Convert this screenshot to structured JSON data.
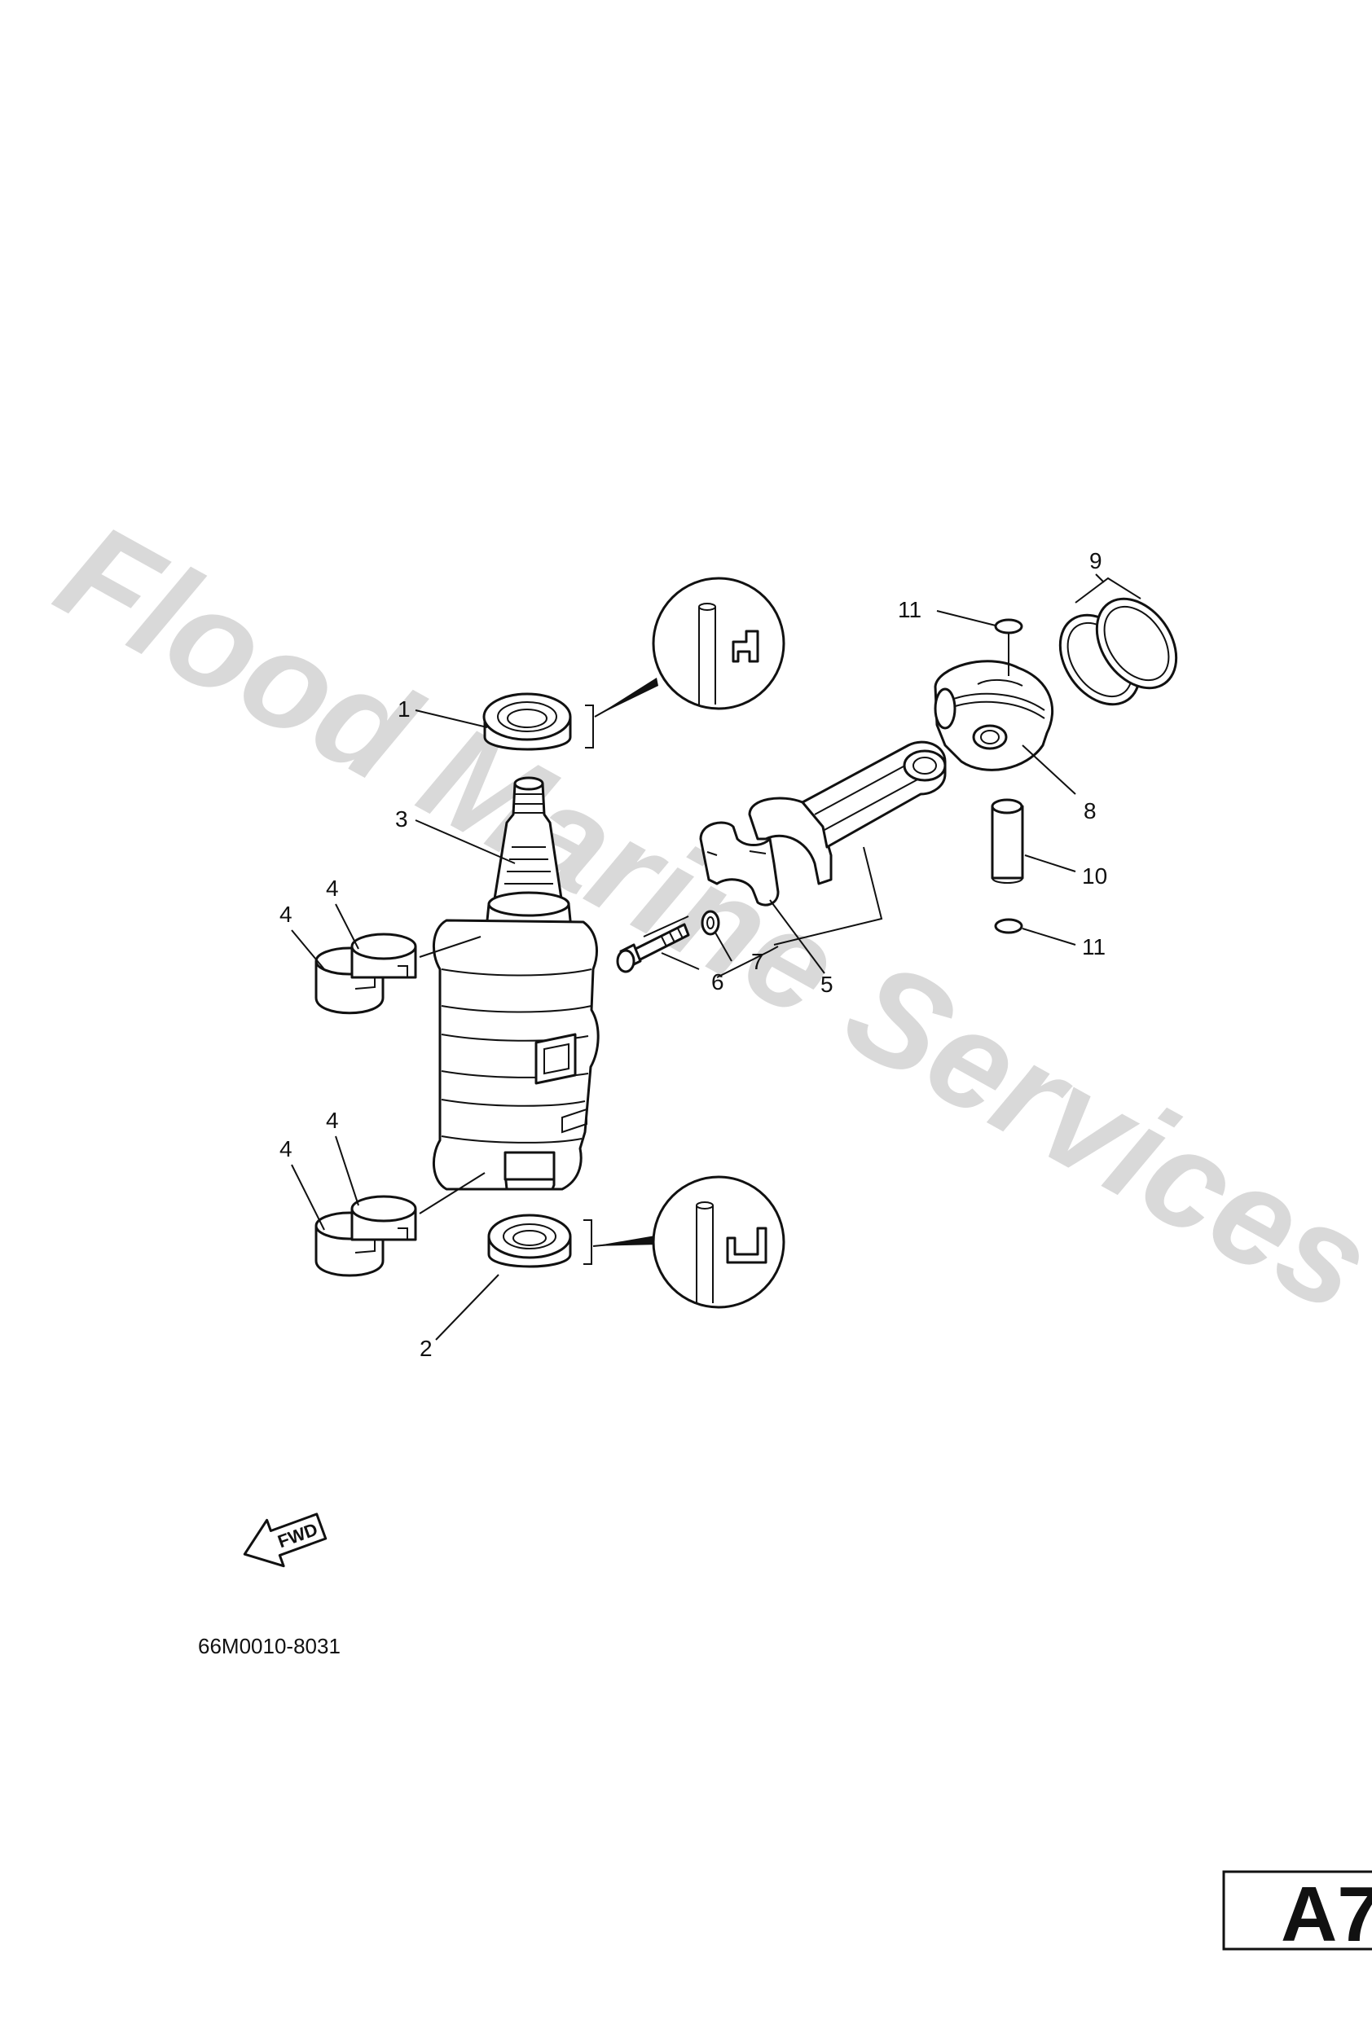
{
  "watermark": "Flood Marine Services",
  "diagram_code": "66M0010-8031",
  "page_id": "A7",
  "fwd_label": "FWD",
  "callouts": {
    "c1": "1",
    "c2": "2",
    "c3": "3",
    "c4a": "4",
    "c4b": "4",
    "c4c": "4",
    "c4d": "4",
    "c5": "5",
    "c6": "6",
    "c7": "7",
    "c8": "8",
    "c9": "9",
    "c10": "10",
    "c11a": "11",
    "c11b": "11"
  }
}
